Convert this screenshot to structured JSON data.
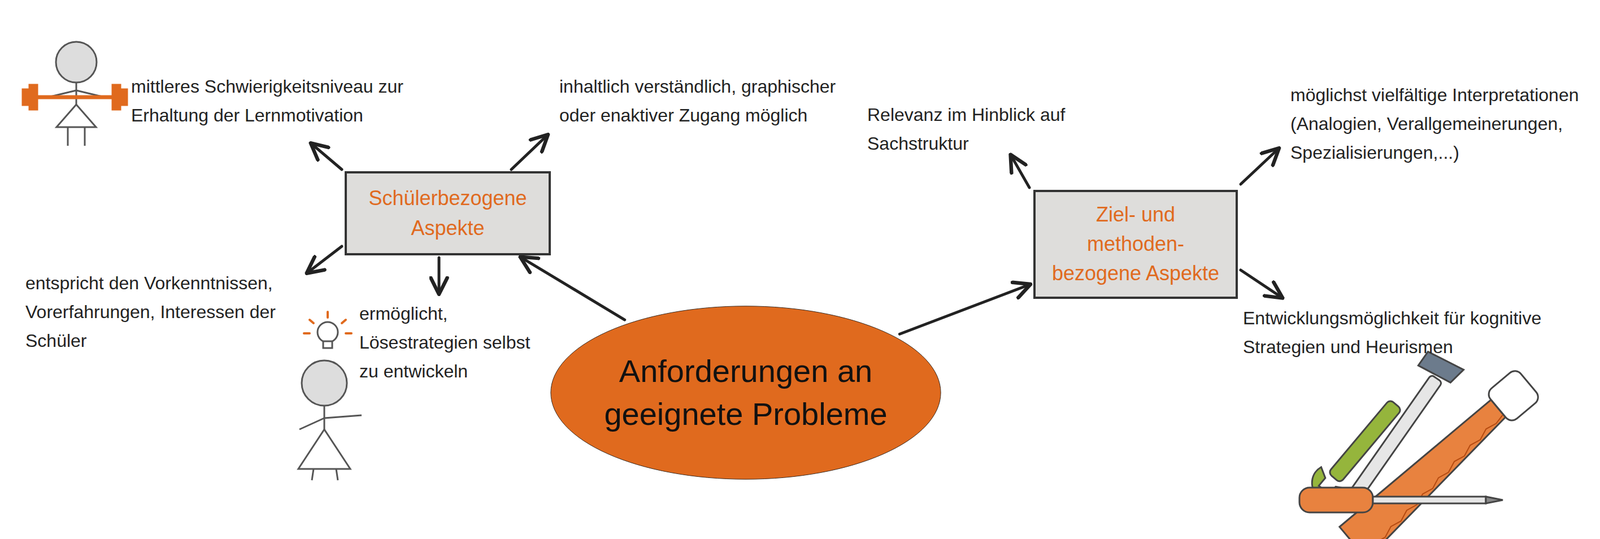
{
  "diagram": {
    "nodes": [
      {
        "text": [
          "Schülerbezogene Aspekte"
        ]
      },
      {
        "text": [
          "Anforderungen an geeignete Probleme"
        ]
      },
      {
        "text": [
          "Ziel- und methoden- bezogene Aspekte"
        ]
      }
    ],
    "edges": [
      {
        "from": 1,
        "to": 0,
        "arrow": "to"
      },
      {
        "from": 1,
        "to": 2,
        "arrow": "to"
      }
    ],
    "labels": [
      "mittleres Schwierigkeitsniveau zur Erhaltung der Lernmotivation",
      "inhaltlich verständlich, graphischer oder enaktiver Zugang möglich",
      "entspricht den Vorkenntnissen, Vorerfahrungen, Interessen der Schüler",
      "ermöglicht, Lösestrategien selbst zu entwickeln",
      "Relevanz im Hinblick auf Sachstruktur",
      "möglichst vielfältige Interpretationen (Analogien, Verallgemeinerungen, Spezialisierungen,...)",
      "Entwicklungsmöglichkeit für kognitive Strategien und Heurismen"
    ]
  }
}
